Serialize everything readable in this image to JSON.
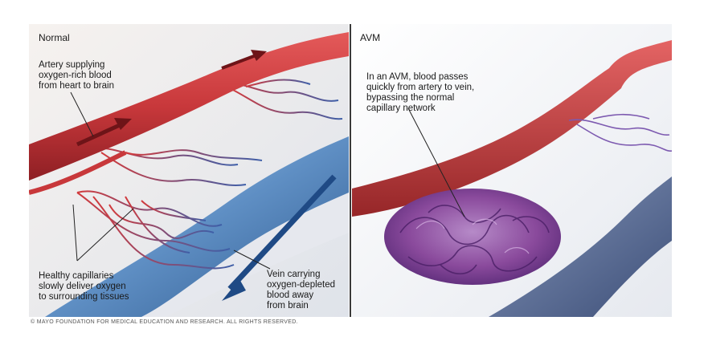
{
  "normal": {
    "heading": "Normal",
    "label_artery": "Artery supplying\noxygen-rich blood\nfrom heart to brain",
    "label_capillaries": "Healthy capillaries\nslowly deliver oxygen\nto surrounding tissues",
    "label_vein": "Vein carrying\noxygen-depleted\nblood away\nfrom brain"
  },
  "avm": {
    "heading": "AVM",
    "label_description": "In an AVM, blood passes\nquickly from artery to vein,\nbypassing the normal\ncapillary network"
  },
  "copyright": "© MAYO FOUNDATION FOR MEDICAL EDUCATION AND RESEARCH. ALL RIGHTS RESERVED.",
  "colors": {
    "artery": "#c8383b",
    "artery_dark": "#8e1f24",
    "vein": "#3e6fa8",
    "vein_light": "#9fc0e2",
    "avm_tangle": "#8a4a9c",
    "avm_vein": "#5a6e96"
  }
}
